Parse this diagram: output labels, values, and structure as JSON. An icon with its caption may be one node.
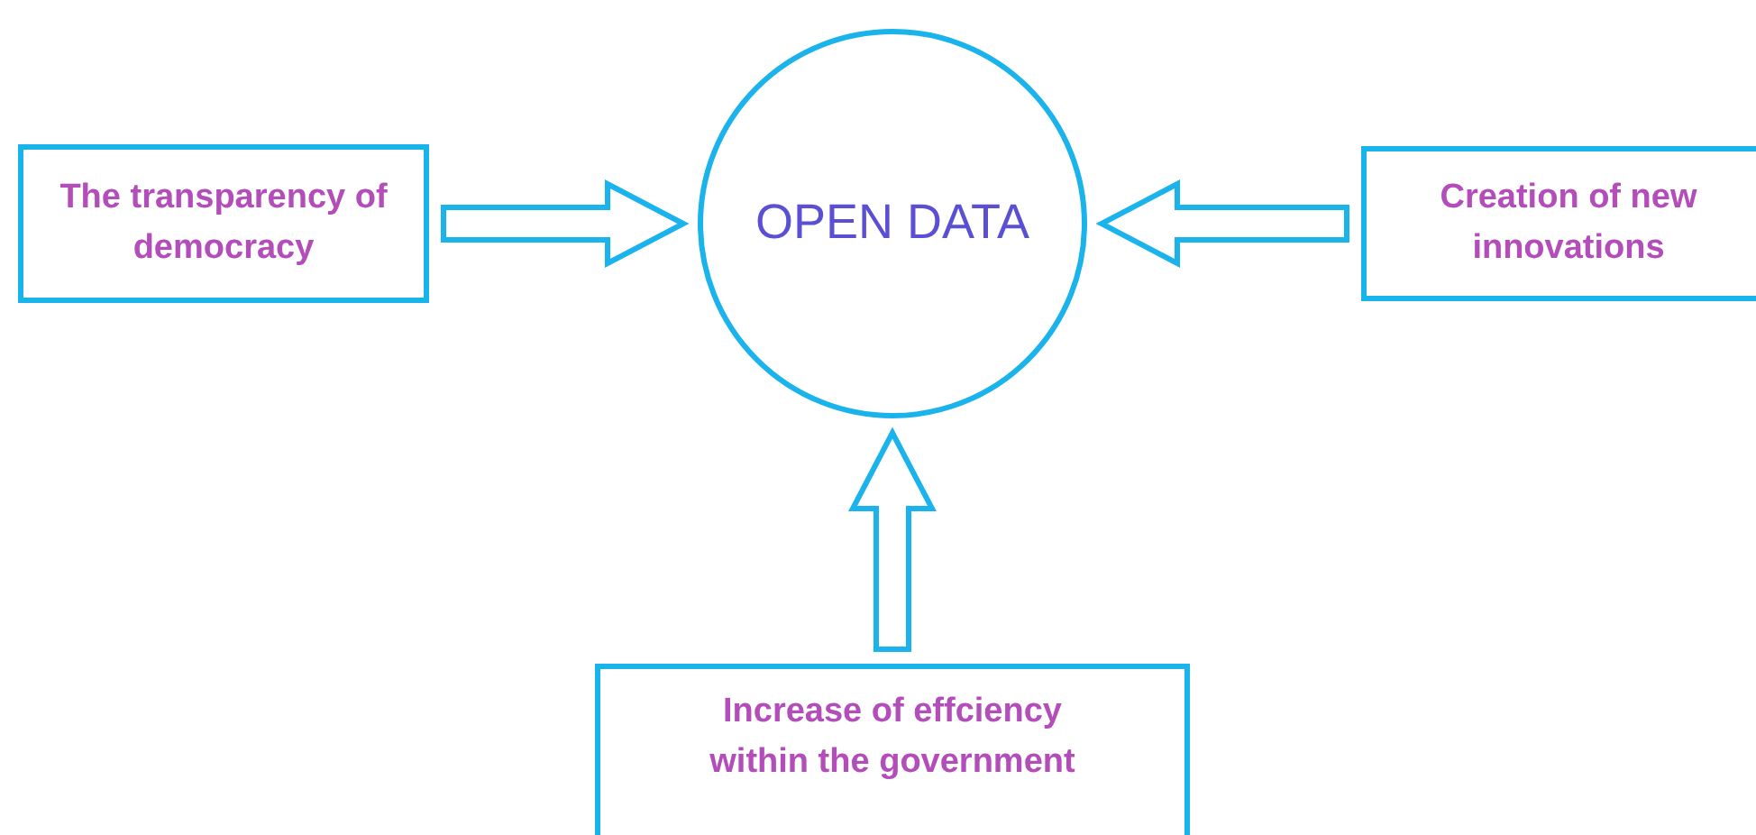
{
  "diagram": {
    "nodes": [
      {
        "text": [
          "The transparency of democracy"
        ]
      },
      {
        "text": [
          "OPEN DATA"
        ]
      },
      {
        "text": [
          "Creation of new innovations"
        ]
      },
      {
        "text": [
          "Increase of effciency within the government"
        ]
      }
    ],
    "edges": [
      {
        "from": 0,
        "to": 1,
        "arrow": "to"
      },
      {
        "from": 2,
        "to": 1,
        "arrow": "to"
      },
      {
        "from": 3,
        "to": 1,
        "arrow": "to"
      }
    ]
  }
}
